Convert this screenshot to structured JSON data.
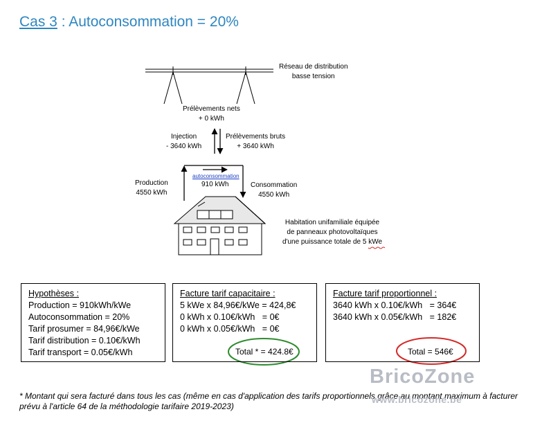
{
  "title": {
    "prefix": "Cas 3",
    "rest": " : Autoconsommation = 20%"
  },
  "diagram": {
    "network_label_1": "Réseau de distribution",
    "network_label_2": "basse tension",
    "prelevements_nets_1": "Prélèvements nets",
    "prelevements_nets_2": "+ 0 kWh",
    "injection_1": "Injection",
    "injection_2": "- 3640 kWh",
    "prelevements_bruts_1": "Prélèvements bruts",
    "prelevements_bruts_2": "+ 3640 kWh",
    "autoconsommation_label": "autoconsommation",
    "autoconsommation_value": "910 kWh",
    "production_1": "Production",
    "production_2": "4550 kWh",
    "consommation_1": "Consommation",
    "consommation_2": "4550 kWh",
    "habitation_1": "Habitation unifamiliale équipée",
    "habitation_2": "de panneaux photovoltaïques",
    "habitation_3": "d'une puissance totale de 5 kWe"
  },
  "hypotheses": {
    "heading": "Hypothèses :",
    "lines": [
      "Production = 910kWh/kWe",
      "Autoconsommation = 20%",
      "Tarif prosumer = 84,96€/kWe",
      "Tarif distribution = 0.10€/kWh",
      "Tarif transport = 0.05€/kWh"
    ]
  },
  "capacitaire": {
    "heading": "Facture tarif capacitaire :",
    "lines": [
      "5 kWe x 84,96€/kWe = 424,8€",
      "0 kWh x 0.10€/kWh   = 0€",
      "0 kWh x 0.05€/kWh   = 0€"
    ],
    "total": "Total * = 424.8€",
    "total_color": "#2e8b2e"
  },
  "proportionnel": {
    "heading": "Facture tarif proportionnel :",
    "lines": [
      "3640 kWh x 0.10€/kWh   = 364€",
      "3640 kWh x 0.05€/kWh   = 182€"
    ],
    "total": "Total = 546€",
    "total_color": "#d42a2a"
  },
  "footnote": "* Montant qui sera facturé dans tous les cas (même en cas d'application des tarifs proportionnels grâce au montant maximum à facturer prévu à l'article 64 de la méthodologie tarifaire 2019-2023)",
  "watermark": {
    "brand": "BricoZone",
    "url": "www.bricozone.be"
  }
}
